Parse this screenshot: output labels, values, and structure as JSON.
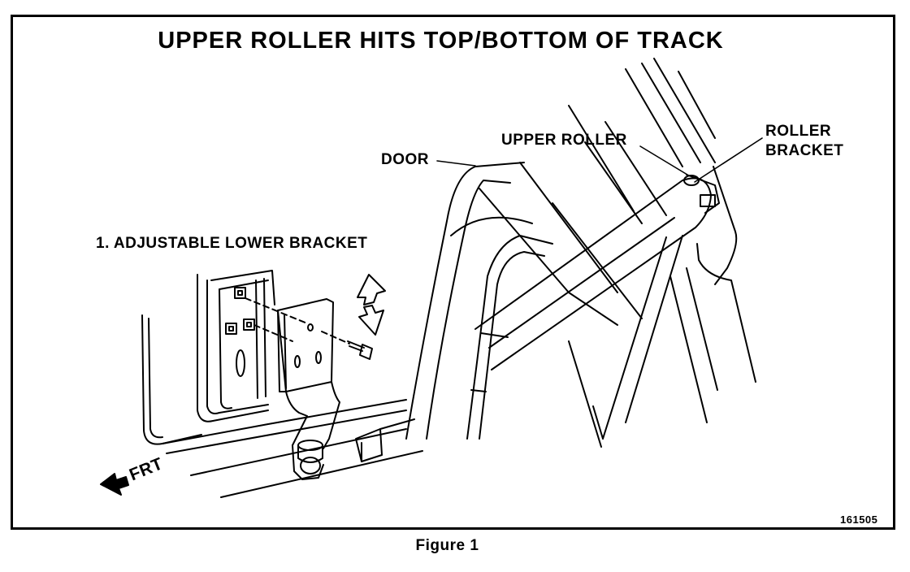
{
  "title": "UPPER ROLLER HITS TOP/BOTTOM OF TRACK",
  "labels": {
    "door": "DOOR",
    "upper_roller": "UPPER ROLLER",
    "roller_bracket_line1": "ROLLER",
    "roller_bracket_line2": "BRACKET",
    "adjustable_lower_bracket": "1.  ADJUSTABLE LOWER BRACKET",
    "front": "FRT",
    "figure_id": "161505"
  },
  "caption": "Figure 1",
  "colors": {
    "ink": "#000000",
    "paper": "#ffffff"
  }
}
